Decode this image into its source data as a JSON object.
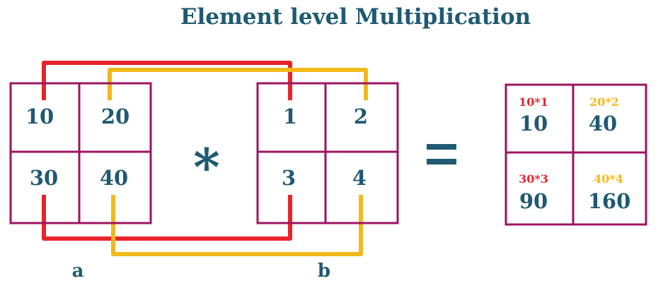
{
  "title": "Element level Multiplication",
  "matrix_a": {
    "label": "a",
    "cells": [
      "10",
      "20",
      "30",
      "40"
    ]
  },
  "matrix_b": {
    "label": "b",
    "cells": [
      "1",
      "2",
      "3",
      "4"
    ]
  },
  "operator": "*",
  "equals": "=",
  "result": {
    "cells": [
      {
        "expr": "10*1",
        "value": "10",
        "expr_color": "#e8242a"
      },
      {
        "expr": "20*2",
        "value": "40",
        "expr_color": "#f2b91c"
      },
      {
        "expr": "30*3",
        "value": "90",
        "expr_color": "#e8242a"
      },
      {
        "expr": "40*4",
        "value": "160",
        "expr_color": "#f2b91c"
      }
    ]
  },
  "colors": {
    "text": "#1f5a72",
    "grid": "#9c1460",
    "red": "#e8242a",
    "yellow": "#f2b91c"
  }
}
